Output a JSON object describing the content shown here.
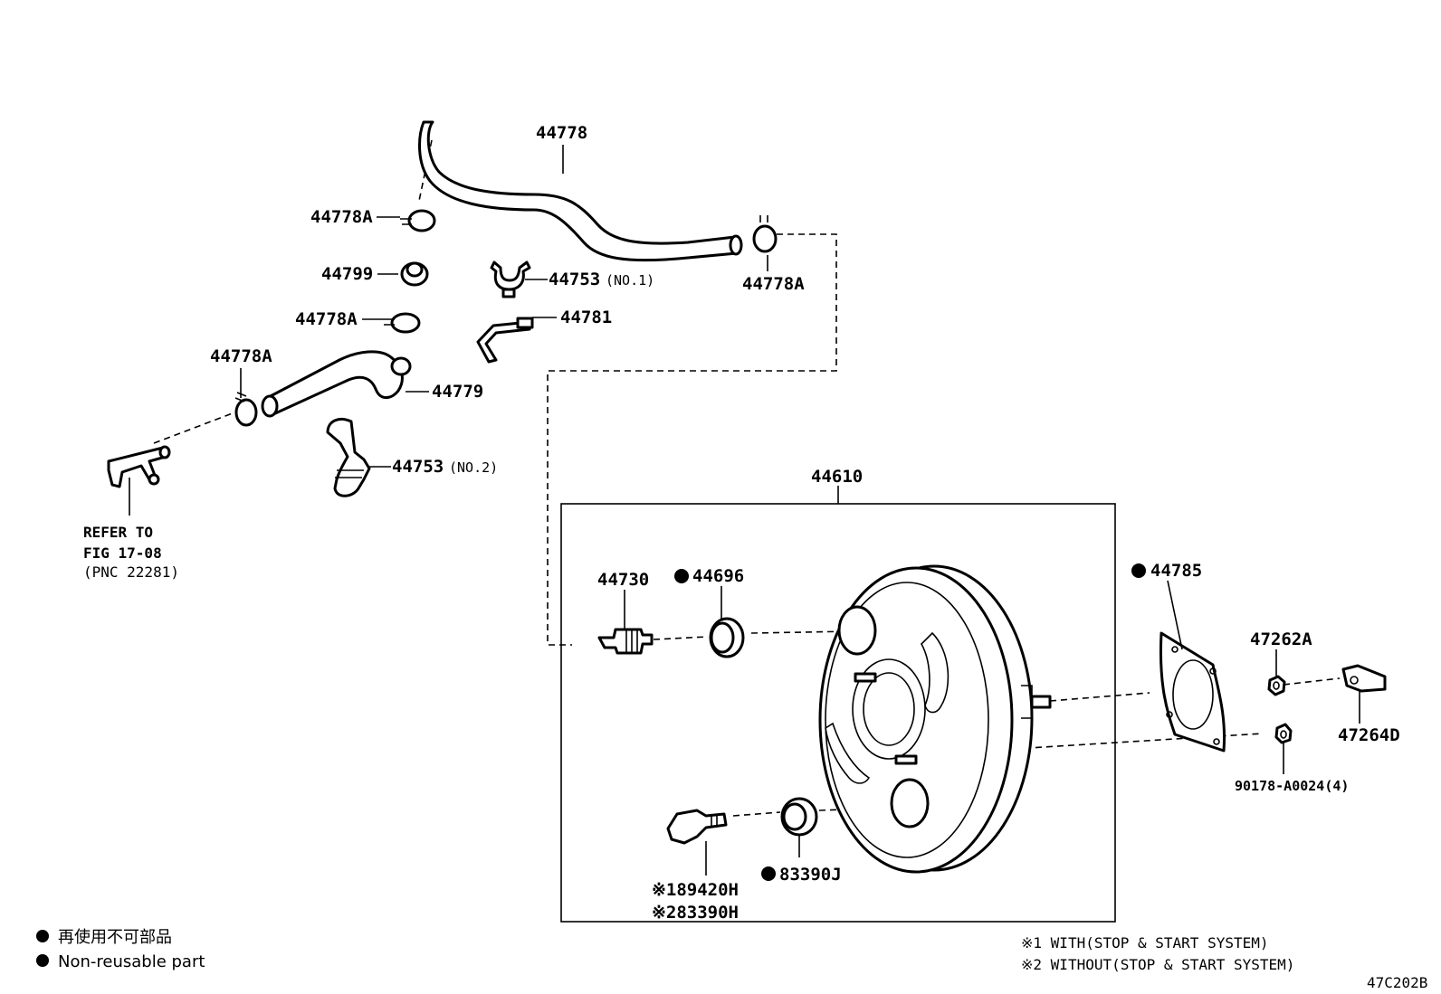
{
  "labels": {
    "p44778": "44778",
    "p44778A_1": "44778A",
    "p44778A_2": "44778A",
    "p44778A_3": "44778A",
    "p44778A_4": "44778A",
    "p44799": "44799",
    "p44753_1": "44753",
    "p44753_1_note": "(NO.1)",
    "p44781": "44781",
    "p44779": "44779",
    "p44753_2": "44753",
    "p44753_2_note": "(NO.2)",
    "p44610": "44610",
    "p44730": "44730",
    "p44696": "44696",
    "p44785": "44785",
    "p47262A": "47262A",
    "p47264D": "47264D",
    "p90178": "90178-A0024(4)",
    "p83390J": "83390J",
    "p89420H": "※189420H",
    "p83390H": "※283390H"
  },
  "refer": {
    "line1": "REFER TO",
    "line2": "FIG 17-08",
    "line3": "(PNC 22281)"
  },
  "legend": {
    "jp": "再使用不可部品",
    "en": "Non-reusable part"
  },
  "notes": {
    "n1": "※1 WITH(STOP & START SYSTEM)",
    "n2": "※2 WITHOUT(STOP & START SYSTEM)"
  },
  "code": "47C202B"
}
